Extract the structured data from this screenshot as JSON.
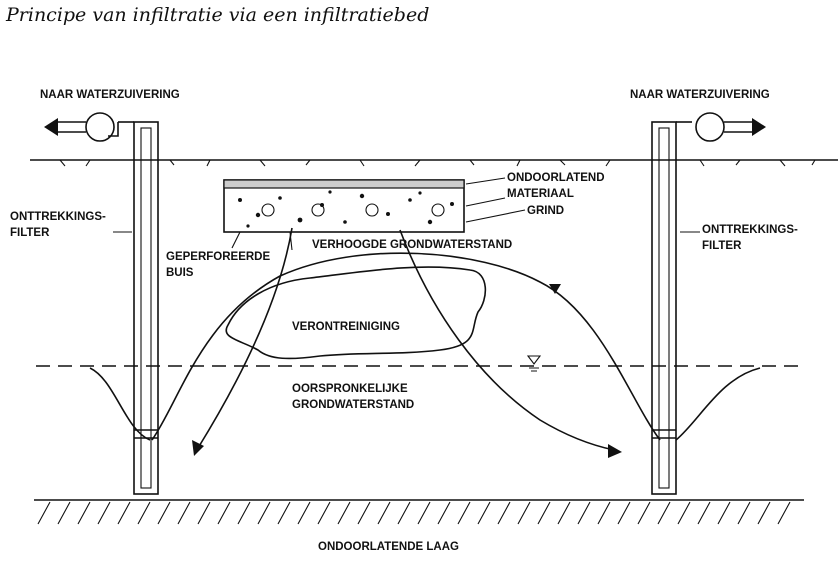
{
  "title": "Principe van infiltratie via een infiltratiebed",
  "labels": {
    "naar_left": "NAAR WATERZUIVERING",
    "naar_right": "NAAR WATERZUIVERING",
    "onttrekkings_left_1": "ONTTREKKINGS-",
    "onttrekkings_left_2": "FILTER",
    "onttrekkings_right_1": "ONTTREKKINGS-",
    "onttrekkings_right_2": "FILTER",
    "ondoorlatend_1": "ONDOORLATEND",
    "ondoorlatend_2": "MATERIAAL",
    "grind": "GRIND",
    "geperforeerde_1": "GEPERFOREERDE",
    "geperforeerde_2": "BUIS",
    "verhoogde": "VERHOOGDE GRONDWATERSTAND",
    "verontreiniging": "VERONTREINIGING",
    "oorspronkelijke_1": "OORSPRONKELIJKE",
    "oorspronkelijke_2": "GRONDWATERSTAND",
    "ondoorlatende_laag": "ONDOORLATENDE LAAG"
  }
}
